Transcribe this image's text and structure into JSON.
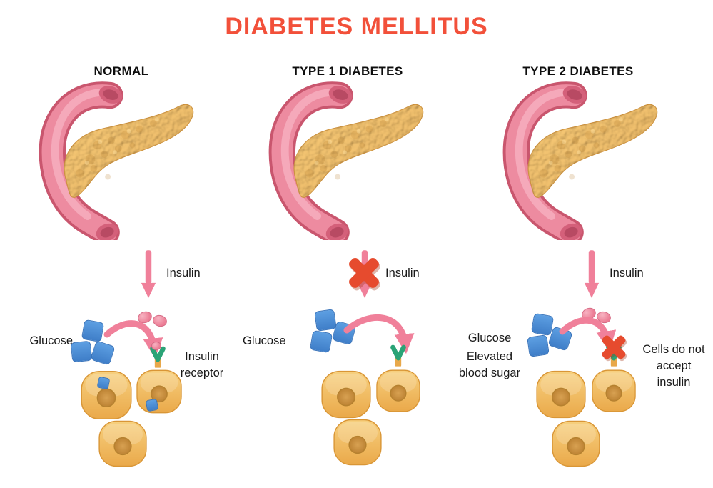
{
  "title": "DIABETES MELLITUS",
  "panels": {
    "normal": {
      "heading": "NORMAL",
      "insulin": "Insulin",
      "glucose": "Glucose",
      "receptor": "Insulin receptor"
    },
    "type1": {
      "heading": "TYPE 1 DIABETES",
      "insulin": "Insulin",
      "glucose": "Glucose"
    },
    "type2": {
      "heading": "TYPE 2 DIABETES",
      "insulin": "Insulin",
      "glucose": "Glucose",
      "elevated": "Elevated blood sugar",
      "cells_note": "Cells do not accept insulin"
    }
  },
  "colors": {
    "title": "#f2503a",
    "heading": "#0e0e0e",
    "arrow_pink": "#f0809a",
    "cross_red": "#e64b2e",
    "glucose_blue": "#4a8fd8",
    "cell_orange": "#eeb052",
    "pancreas_tan": "#e2a44d",
    "duodenum_pink": "#e57b90",
    "receptor_green": "#2aa376",
    "insulin_dot_pink": "#ec7d95"
  },
  "icons": {
    "organ": "pancreas-with-duodenum",
    "insulin_arrow": "pink-down-arrow",
    "blocked": "red-cross",
    "glucose": "blue-cube",
    "insulin_dot": "pink-oval",
    "cell": "orange-cell-with-nucleus",
    "receptor": "green-receptor-stub"
  }
}
